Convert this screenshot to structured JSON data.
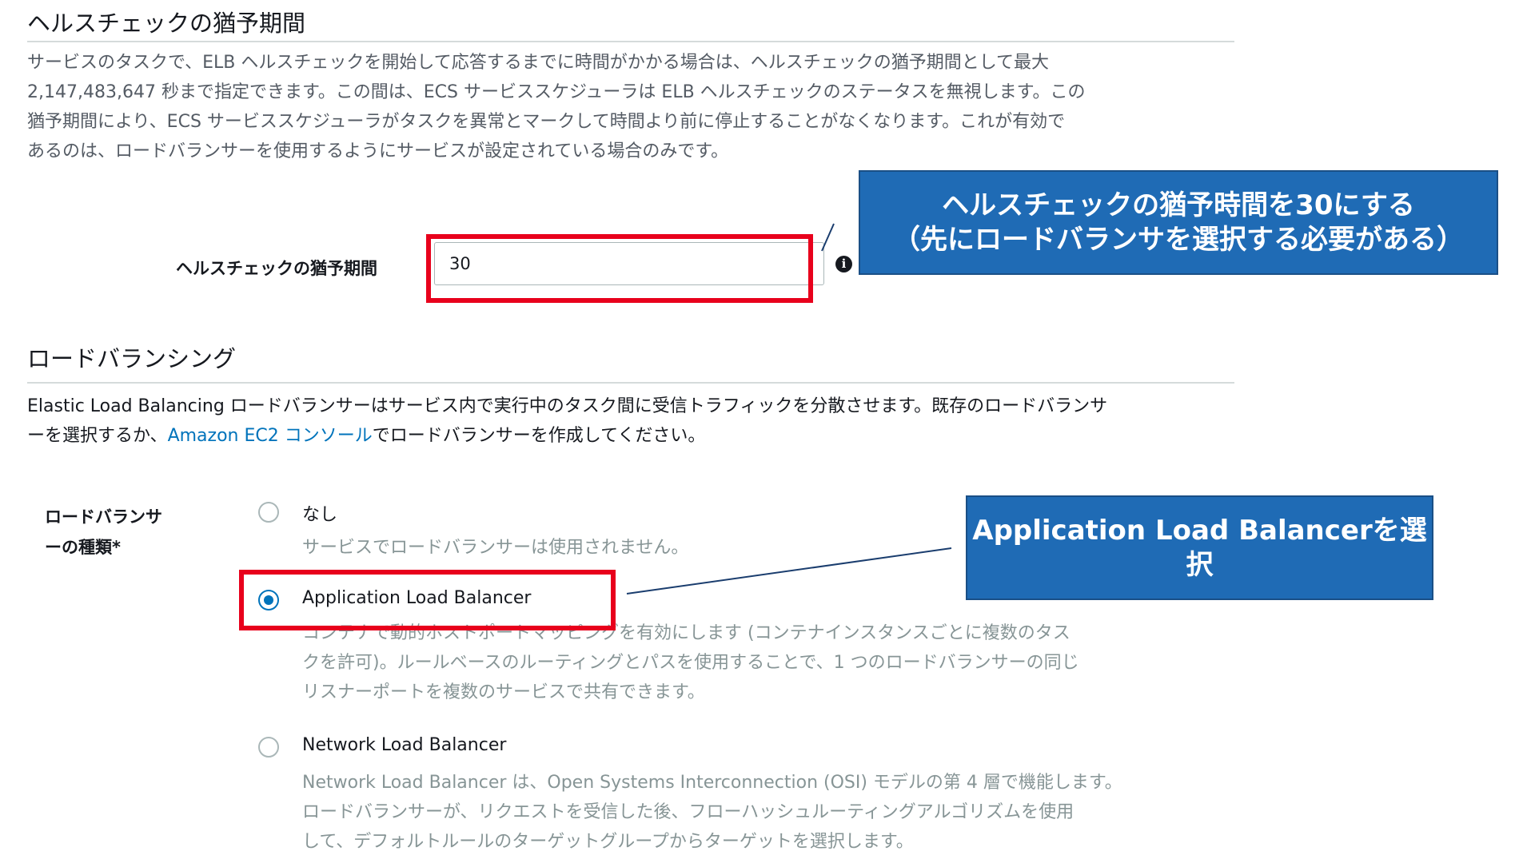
{
  "health_check": {
    "section_title": "ヘルスチェックの猶予期間",
    "description_lines": [
      "サービスのタスクで、ELB ヘルスチェックを開始して応答するまでに時間がかかる場合は、ヘルスチェックの猶予期間として最大",
      "2,147,483,647 秒まで指定できます。この間は、ECS サービススケジューラは ELB ヘルスチェックのステータスを無視します。この",
      "猶予期間により、ECS サービススケジューラがタスクを異常とマークして時間より前に停止することがなくなります。これが有効で",
      "あるのは、ロードバランサーを使用するようにサービスが設定されている場合のみです。"
    ],
    "field_label": "ヘルスチェックの猶予期間",
    "field_value": "30",
    "info_icon": "i"
  },
  "callouts": {
    "health_check": {
      "line1": "ヘルスチェックの猶予時間を30にする",
      "line2": "（先にロードバランサを選択する必要がある）"
    },
    "alb": {
      "line1": "Application Load Balancerを選",
      "line2": "択"
    }
  },
  "load_balancing": {
    "section_title": "ロードバランシング",
    "description_line1": "Elastic Load Balancing ロードバランサーはサービス内で実行中のタスク間に受信トラフィックを分散させます。既存のロードバランサ",
    "description_line2_prefix": "ーを選択するか、",
    "description_link": "Amazon EC2 コンソール",
    "description_line2_suffix": "でロードバランサーを作成してください。",
    "type_label_line1": "ロードバランサ",
    "type_label_line2": "ーの種類*",
    "options": [
      {
        "label": "なし",
        "checked": false,
        "description_lines": [
          "サービスでロードバランサーは使用されません。"
        ]
      },
      {
        "label": "Application Load Balancer",
        "checked": true,
        "description_lines": [
          "コンテナで動的ホストポートマッピングを有効にします (コンテナインスタンスごとに複数のタス",
          "クを許可)。ルールベースのルーティングとパスを使用することで、1 つのロードバランサーの同じ",
          "リスナーポートを複数のサービスで共有できます。"
        ]
      },
      {
        "label": "Network Load Balancer",
        "checked": false,
        "description_lines": [
          "Network Load Balancer は、Open Systems Interconnection (OSI) モデルの第 4 層で機能します。",
          "ロードバランサーが、リクエストを受信した後、フローハッシュルーティングアルゴリズムを使用",
          "して、デフォルトルールのターゲットグループからターゲットを選択します。"
        ]
      }
    ]
  },
  "colors": {
    "highlight_red": "#e8001c",
    "callout_blue": "#1f6bb5",
    "link_blue": "#0073bb"
  }
}
